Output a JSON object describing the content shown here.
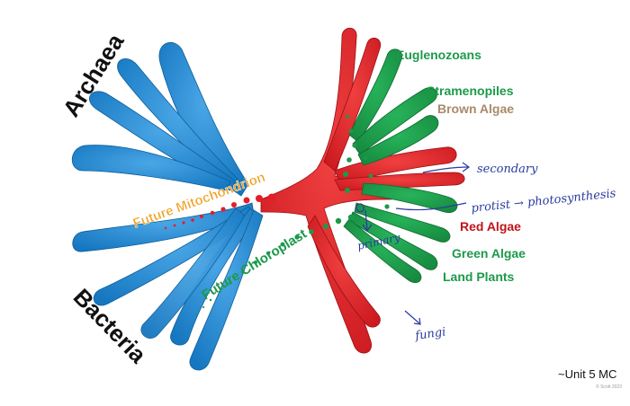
{
  "domains": {
    "archaea": "Archaea",
    "bacteria": "Bacteria"
  },
  "events": {
    "mitochondrion": "Future Mitochondrion",
    "chloroplast": "Future Chloroplast"
  },
  "groups": {
    "euglenozoans": "Euglenozoans",
    "stramenopiles": "Stramenopiles",
    "brown_algae": "Brown Algae",
    "red_algae": "Red Algae",
    "green_algae": "Green Algae",
    "land_plants": "Land Plants"
  },
  "annotations": {
    "secondary": "secondary",
    "protist": "protist → photosynthesis",
    "primary": "primary",
    "fungi": "fungi"
  },
  "footer": {
    "unit": "~Unit 5 MC",
    "credit": "© Scott 2022"
  },
  "colors": {
    "archaea_bacteria": "#1a86d0",
    "eukarya": "#e41e26",
    "green": "#1b9a4a",
    "mito_label": "#f0a020",
    "brown": "#a88a6a",
    "red_label": "#c0141b",
    "ink": "#2a3aa0"
  }
}
